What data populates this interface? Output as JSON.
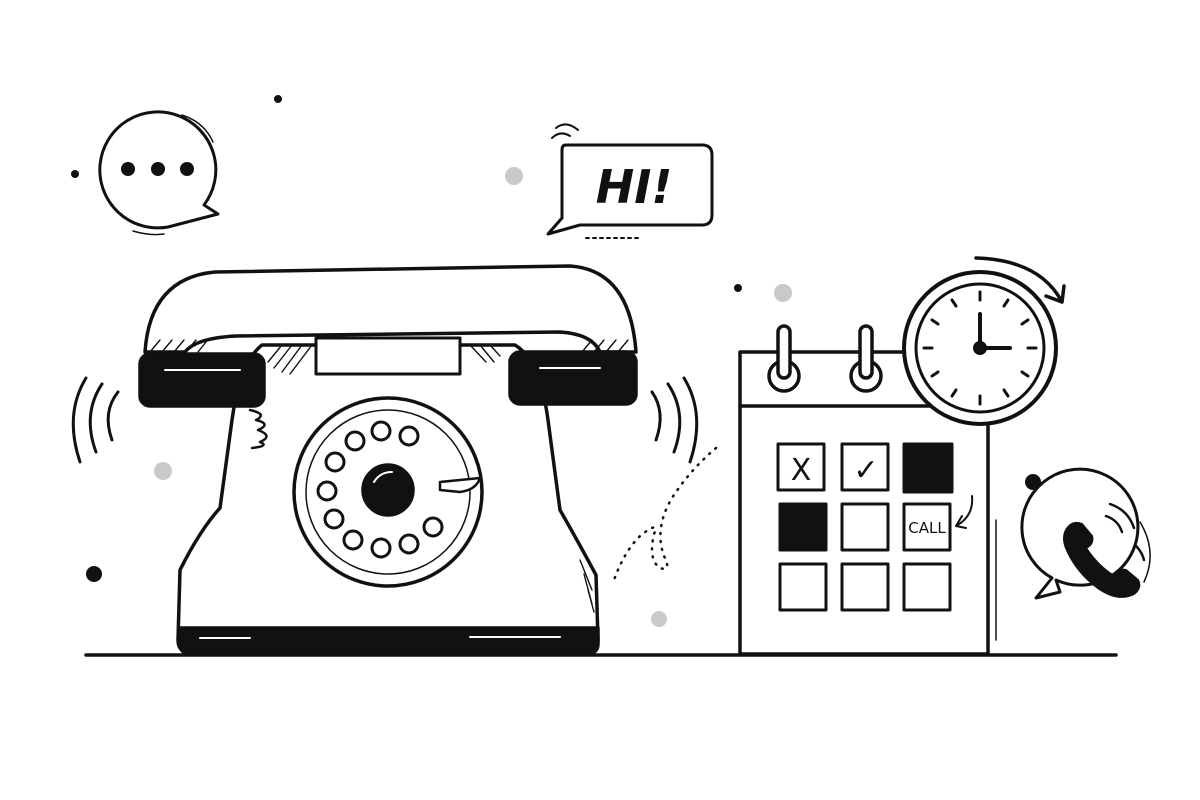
{
  "illustration": {
    "hi_bubble_text": "HI!",
    "calendar_call_label": "CALL",
    "calendar_marks": {
      "x": "X",
      "check": "✓"
    },
    "clock": {
      "hour": 3,
      "minute": 0
    },
    "colors": {
      "ink": "#111111",
      "paper": "#ffffff",
      "dot_gray": "#c9c9c9"
    },
    "icons": [
      "typing-bubble-icon",
      "hi-speech-bubble-icon",
      "rotary-telephone-icon",
      "calendar-icon",
      "clock-icon",
      "phone-call-bubble-icon"
    ]
  }
}
